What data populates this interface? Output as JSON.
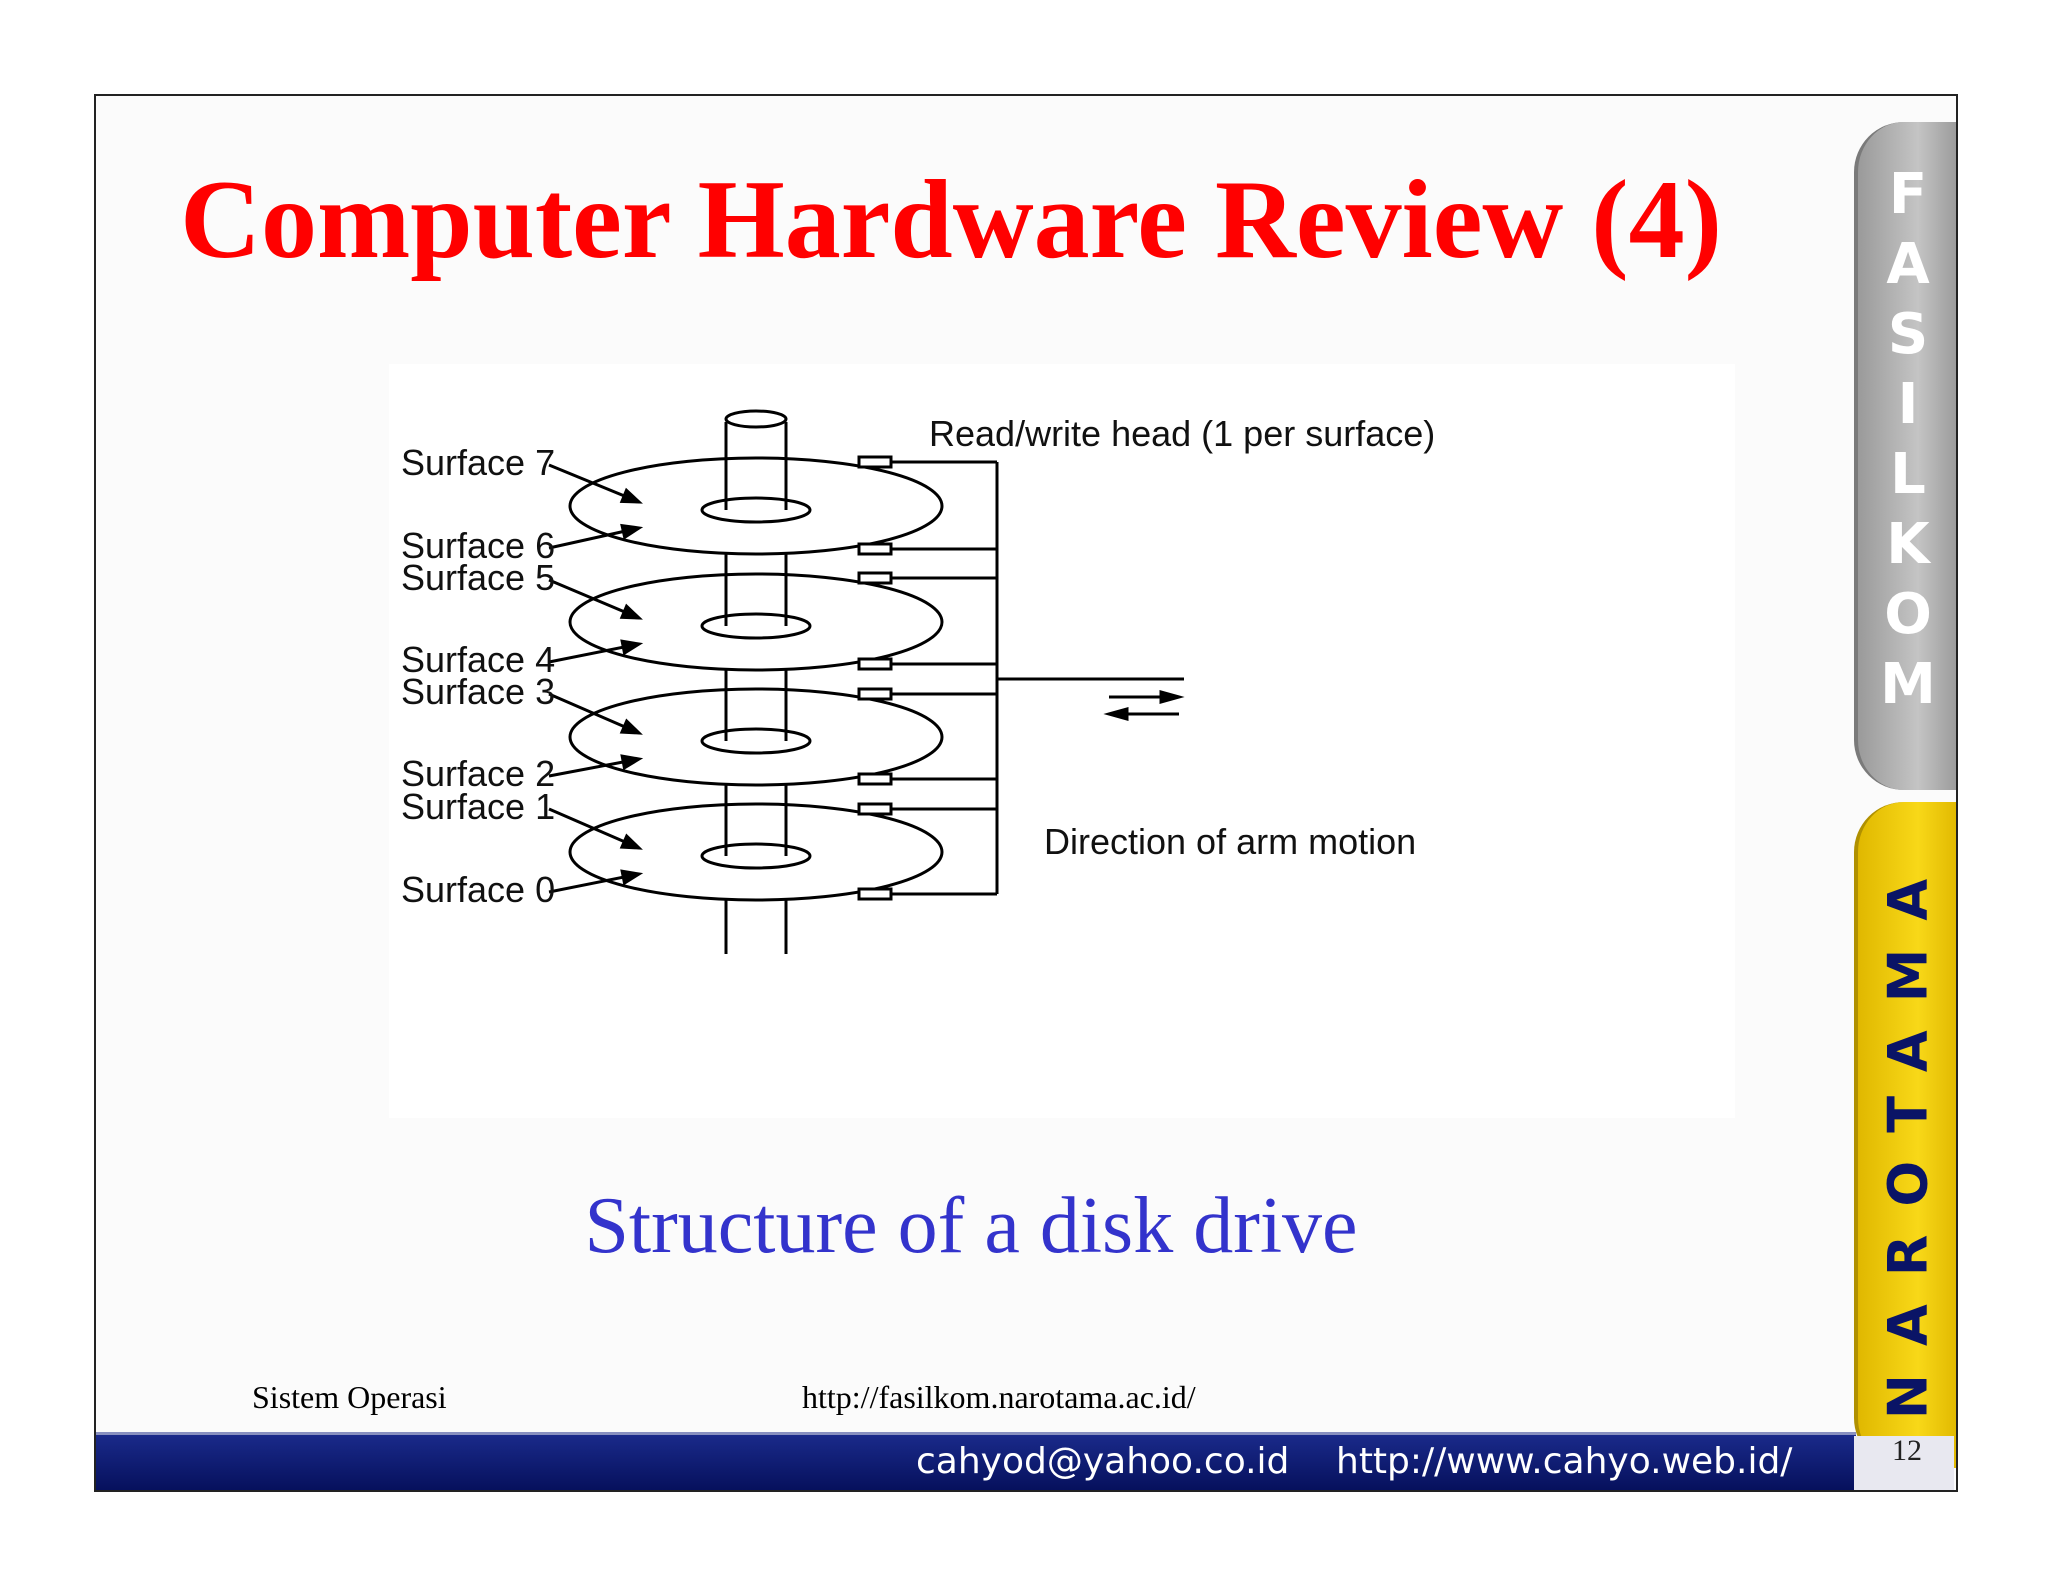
{
  "slide": {
    "title": "Computer Hardware Review (4)",
    "caption": "Structure of a disk drive",
    "footer_left": "Sistem Operasi",
    "footer_url": "http://fasilkom.narotama.ac.id/",
    "bar_email": "cahyod@yahoo.co.id",
    "bar_site": "http://www.cahyo.web.id/",
    "page_number": "12"
  },
  "side_tabs": {
    "fasilkom_letters": [
      "F",
      "A",
      "S",
      "I",
      "L",
      "K",
      "O",
      "M"
    ],
    "narotama": "NAROTAMA"
  },
  "diagram": {
    "surfaces": [
      "Surface 7",
      "Surface 6",
      "Surface 5",
      "Surface 4",
      "Surface 3",
      "Surface 2",
      "Surface 1",
      "Surface 0"
    ],
    "head_label": "Read/write head (1 per surface)",
    "arm_label": "Direction of arm motion"
  },
  "colors": {
    "title": "#ff0000",
    "caption": "#3333cc",
    "bar": "#0a1466",
    "fasilkom_tab": "#b8b8b8",
    "narotama_tab": "#f5d21a"
  }
}
